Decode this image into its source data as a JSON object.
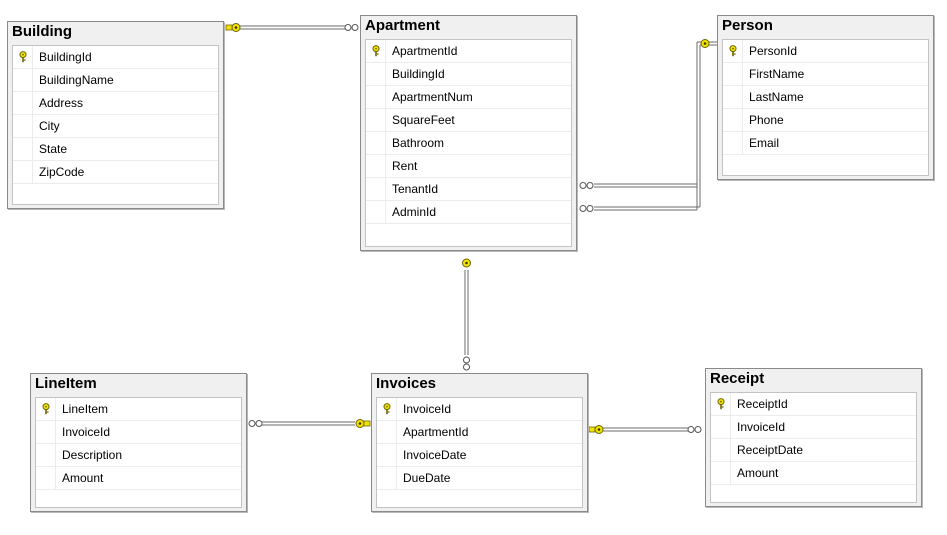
{
  "diagram": {
    "tables": {
      "building": {
        "title": "Building",
        "columns": [
          "BuildingId",
          "BuildingName",
          "Address",
          "City",
          "State",
          "ZipCode"
        ]
      },
      "apartment": {
        "title": "Apartment",
        "columns": [
          "ApartmentId",
          "BuildingId",
          "ApartmentNum",
          "SquareFeet",
          "Bathroom",
          "Rent",
          "TenantId",
          "AdminId"
        ]
      },
      "person": {
        "title": "Person",
        "columns": [
          "PersonId",
          "FirstName",
          "LastName",
          "Phone",
          "Email"
        ]
      },
      "lineitem": {
        "title": "LineItem",
        "columns": [
          "LineItem",
          "InvoiceId",
          "Description",
          "Amount"
        ]
      },
      "invoices": {
        "title": "Invoices",
        "columns": [
          "InvoiceId",
          "ApartmentId",
          "InvoiceDate",
          "DueDate"
        ]
      },
      "receipt": {
        "title": "Receipt",
        "columns": [
          "ReceiptId",
          "InvoiceId",
          "ReceiptDate",
          "Amount"
        ]
      }
    },
    "relationships": [
      {
        "from": "Building.BuildingId",
        "to": "Apartment.BuildingId"
      },
      {
        "from": "Person.PersonId",
        "to": "Apartment.TenantId"
      },
      {
        "from": "Person.PersonId",
        "to": "Apartment.AdminId"
      },
      {
        "from": "Apartment.ApartmentId",
        "to": "Invoices.ApartmentId"
      },
      {
        "from": "Invoices.InvoiceId",
        "to": "LineItem.InvoiceId"
      },
      {
        "from": "Invoices.InvoiceId",
        "to": "Receipt.InvoiceId"
      }
    ],
    "colors": {
      "key_fill": "#f2e400",
      "key_stroke": "#6e6400",
      "connector": "#6b6b6b",
      "table_frame": "#f0f0f0"
    }
  }
}
